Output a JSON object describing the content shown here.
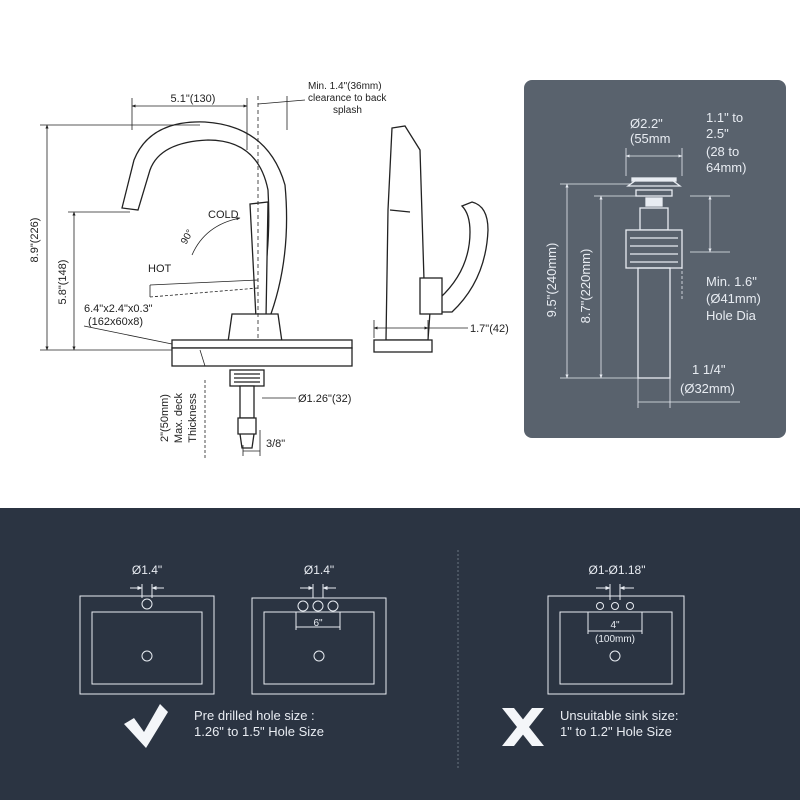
{
  "colors": {
    "background": "#ffffff",
    "ink": "#222222",
    "drain_panel": "#59626d",
    "bottom_panel": "#2b3442",
    "light_line": "#e8ecf2",
    "faucet_fill": "#eef0f3"
  },
  "faucet_front": {
    "spout_reach": "5.1\"(130)",
    "clearance": [
      "Min. 1.4\"(36mm)",
      "clearance to back",
      "splash"
    ],
    "overall_height": "8.9\"(226)",
    "spout_height": "5.8\"(148)",
    "cold_label": "COLD",
    "hot_label": "HOT",
    "handle_angle": "90°",
    "deckplate": [
      "6.4\"x2.4\"x0.3\"",
      "(162x60x8)"
    ],
    "deck_thickness": [
      "2\"(50mm)",
      "Max. deck",
      "Thickness"
    ],
    "supply_thread": "3/8\"",
    "shank_dia": "Ø1.26\"(32)"
  },
  "faucet_side": {
    "base_offset": "1.7\"(42)"
  },
  "drain": {
    "cap_dia": [
      "Ø2.2\"",
      "(55mm"
    ],
    "range": [
      "1.1\" to",
      "2.5\"",
      "(28 to",
      "64mm)"
    ],
    "total_length": "9.5\"(240mm)",
    "body_length": "8.7\"(220mm)",
    "min_hole": [
      "Min. 1.6\"",
      "(Ø41mm)",
      "Hole Dia"
    ],
    "tail_dia": [
      "1 1/4\"",
      "(Ø32mm)"
    ]
  },
  "sinks": {
    "single_hole_label": "Ø1.4\"",
    "three_hole_label": "Ø1.4\"",
    "three_hole_spacing": "6\"",
    "unsuitable_label": "Ø1-Ø1.18\"",
    "unsuitable_spacing": [
      "4\"",
      "(100mm)"
    ],
    "suitable_caption": [
      "Pre drilled hole size :",
      "1.26\" to 1.5\" Hole Size"
    ],
    "suitable_icon": "checkmark-icon",
    "unsuitable_caption": [
      "Unsuitable sink size:",
      "1\" to 1.2\" Hole Size"
    ],
    "unsuitable_icon": "cross-icon"
  }
}
